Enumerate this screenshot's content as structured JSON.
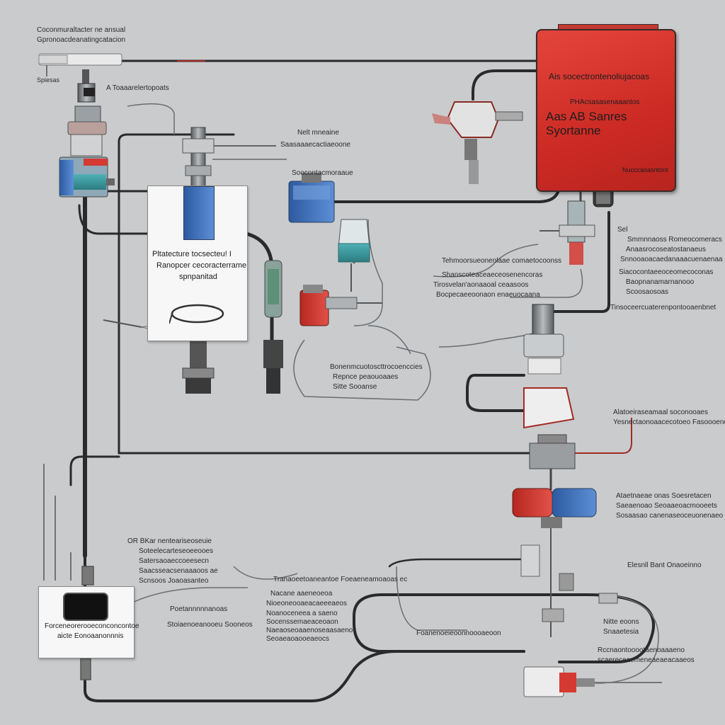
{
  "colors": {
    "background": "#c9cbcd",
    "ecu_red": "#d2312a",
    "wire": "#2a2a2a",
    "accent_blue": "#3f6fb6",
    "accent_teal": "#3a9a9e",
    "accent_red": "#d43a32"
  },
  "top_left": {
    "title": "Coconmuraltacter ne ansual",
    "subtitle": "Gpronoacdeanatingcatacion",
    "small": "Spiesas",
    "bracket_label": "A Toaaarelertopoats"
  },
  "ecu": {
    "heading": "Ais socectrontenoliujacoas",
    "subheading": "PHAcsasasenaaantos",
    "title": "Aas AB Sanres Syortanne",
    "badge": "Nucccaoasntont"
  },
  "controller": {
    "line1": "Pltatecture tocsecteu! I",
    "line2": "Ranopcer cecoracterrame",
    "line3": "spnpanitad"
  },
  "upper_center": {
    "label1": "Nelt mneaine",
    "label2": "Saasaaaecactiaeoone",
    "label3": "Soocontacmoraaue"
  },
  "mid_center": {
    "line1": "Tehmoorsueonenlaae comaetocoonss",
    "line2": "Shanscoteaceaeceosenencoras",
    "line3": "Tirosvelan'aonaaoal ceaasoos",
    "line4": "Bocpecaeeoonaon enaeuocaana"
  },
  "loop_label": {
    "line1": "Bonenmcuotoscttrocoenccies",
    "line2": "Repnce peaouoaaes",
    "line3": "Sitte Sooanse"
  },
  "right_labels": {
    "sensor_head": "Sel",
    "sensor1": "Smmnnaoss Romeocomeracs",
    "sensor2": "Anaasrocoseatostanaeus",
    "sensor3": "Snnooaoacaedanaaacuenaenaa",
    "sensor4": "Siacocontaeeoceomecoconas",
    "sensor5": "Baopnanamarnanooo",
    "sensor6": "Scoosaosoas",
    "sensor7": "Tinsoceercuaterenpontooaenbnet",
    "valve1": "Alatoeiraseamaal soconooaes",
    "valve2": "Yesnectaonoaacecotoeo Fasoooenoo",
    "pump1": "Ataetnaeae onas Soesretacen",
    "pump2": "Saeaenoao Seoaaeoacmooeets",
    "pump3": "Sosaasao canenaseoceuonenaeo",
    "link": "Elesnll Bant Onaoeinno",
    "bottom1": "Nitte eoons",
    "bottom2": "Snaaetesia",
    "bottom3": "Rccnaontooootaenoaaaeno",
    "bottom4": "scaereceaemeneaeaeacaaeos"
  },
  "lower_left": {
    "head": "OR BKar nenteariseoseuie",
    "line1": "Soteelecarteseoeeooes",
    "line2": "Satersaoaeccoeesecn",
    "line3": "Saacsseacsenaaaoos ae",
    "line4": "Scnsoos Joaoasanteo"
  },
  "device": {
    "line1": "Forceneorerooeconconcontoe",
    "line2": "aicte Eonoaanonnnis"
  },
  "lower_center": {
    "head": "Tranaoeetoaneantoe Foeaeneamoaoas ec",
    "line1": "Nacane aaeneoeoa",
    "line2": "Nioeoneooaeacaeeeaeos",
    "line3": "Noanoceneea a saeno",
    "line4": "Socenssemaeaceoaon",
    "line5": "Naeaoseoaaenoseaasaenos",
    "line6": "Seoaeaoaooeaeocs",
    "side1": "Poetannnnnanoas",
    "side2": "Stoiaenoeanooeu Sooneos",
    "bottom": "Foanenoeieoonnoooaeoon"
  }
}
